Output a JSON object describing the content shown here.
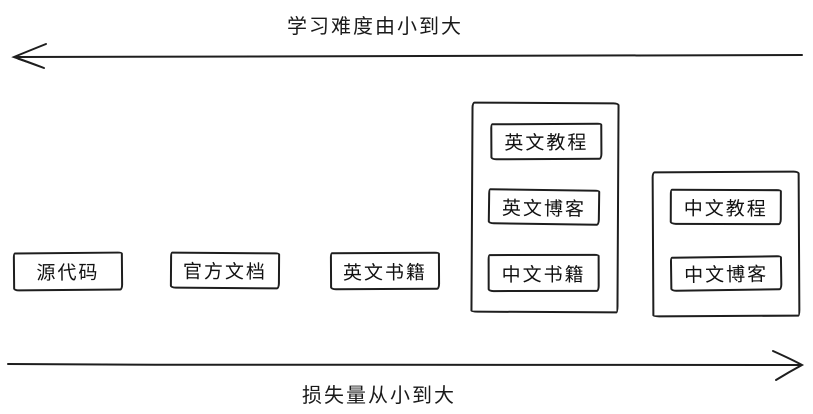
{
  "diagram": {
    "colors": {
      "ink": "#1e1e1e",
      "background": "#ffffff"
    },
    "top_axis": {
      "label": "学习难度由小到大",
      "direction": "left"
    },
    "bottom_axis": {
      "label": "损失量从小到大",
      "direction": "right"
    },
    "items": [
      {
        "label": "源代码"
      },
      {
        "label": "官方文档"
      },
      {
        "label": "英文书籍"
      }
    ],
    "groups": [
      {
        "items": [
          {
            "label": "英文教程"
          },
          {
            "label": "英文博客"
          },
          {
            "label": "中文书籍"
          }
        ]
      },
      {
        "items": [
          {
            "label": "中文教程"
          },
          {
            "label": "中文博客"
          }
        ]
      }
    ]
  }
}
